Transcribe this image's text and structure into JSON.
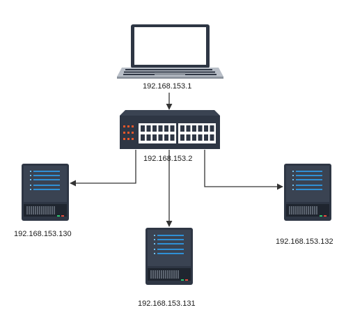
{
  "nodes": {
    "laptop": {
      "ip": "192.168.153.1",
      "icon": "laptop-icon"
    },
    "switch": {
      "ip": "192.168.153.2",
      "icon": "network-switch-icon"
    },
    "server_left": {
      "ip": "192.168.153.130",
      "icon": "server-icon"
    },
    "server_bottom": {
      "ip": "192.168.153.131",
      "icon": "server-icon"
    },
    "server_right": {
      "ip": "192.168.153.132",
      "icon": "server-icon"
    }
  },
  "colors": {
    "device_dark": "#2e3644",
    "device_body": "#3a4352",
    "screen_blue": "#2f90d6",
    "port_white": "#ffffff",
    "led_orange": "#e8572a",
    "connector": "#333333"
  }
}
